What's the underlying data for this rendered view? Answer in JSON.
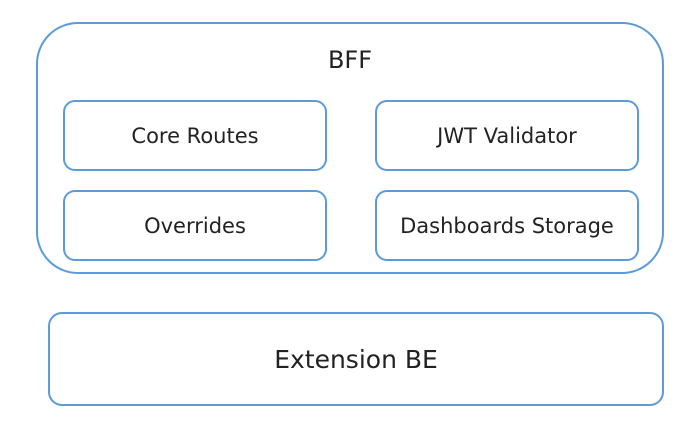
{
  "diagram": {
    "container": {
      "title": "BFF",
      "children": [
        {
          "label": "Core Routes"
        },
        {
          "label": "JWT Validator"
        },
        {
          "label": "Overrides"
        },
        {
          "label": "Dashboards Storage"
        }
      ]
    },
    "bottom": {
      "label": "Extension BE"
    },
    "colors": {
      "border": "#5b9bdb",
      "text": "#222222",
      "background": "#ffffff"
    }
  }
}
